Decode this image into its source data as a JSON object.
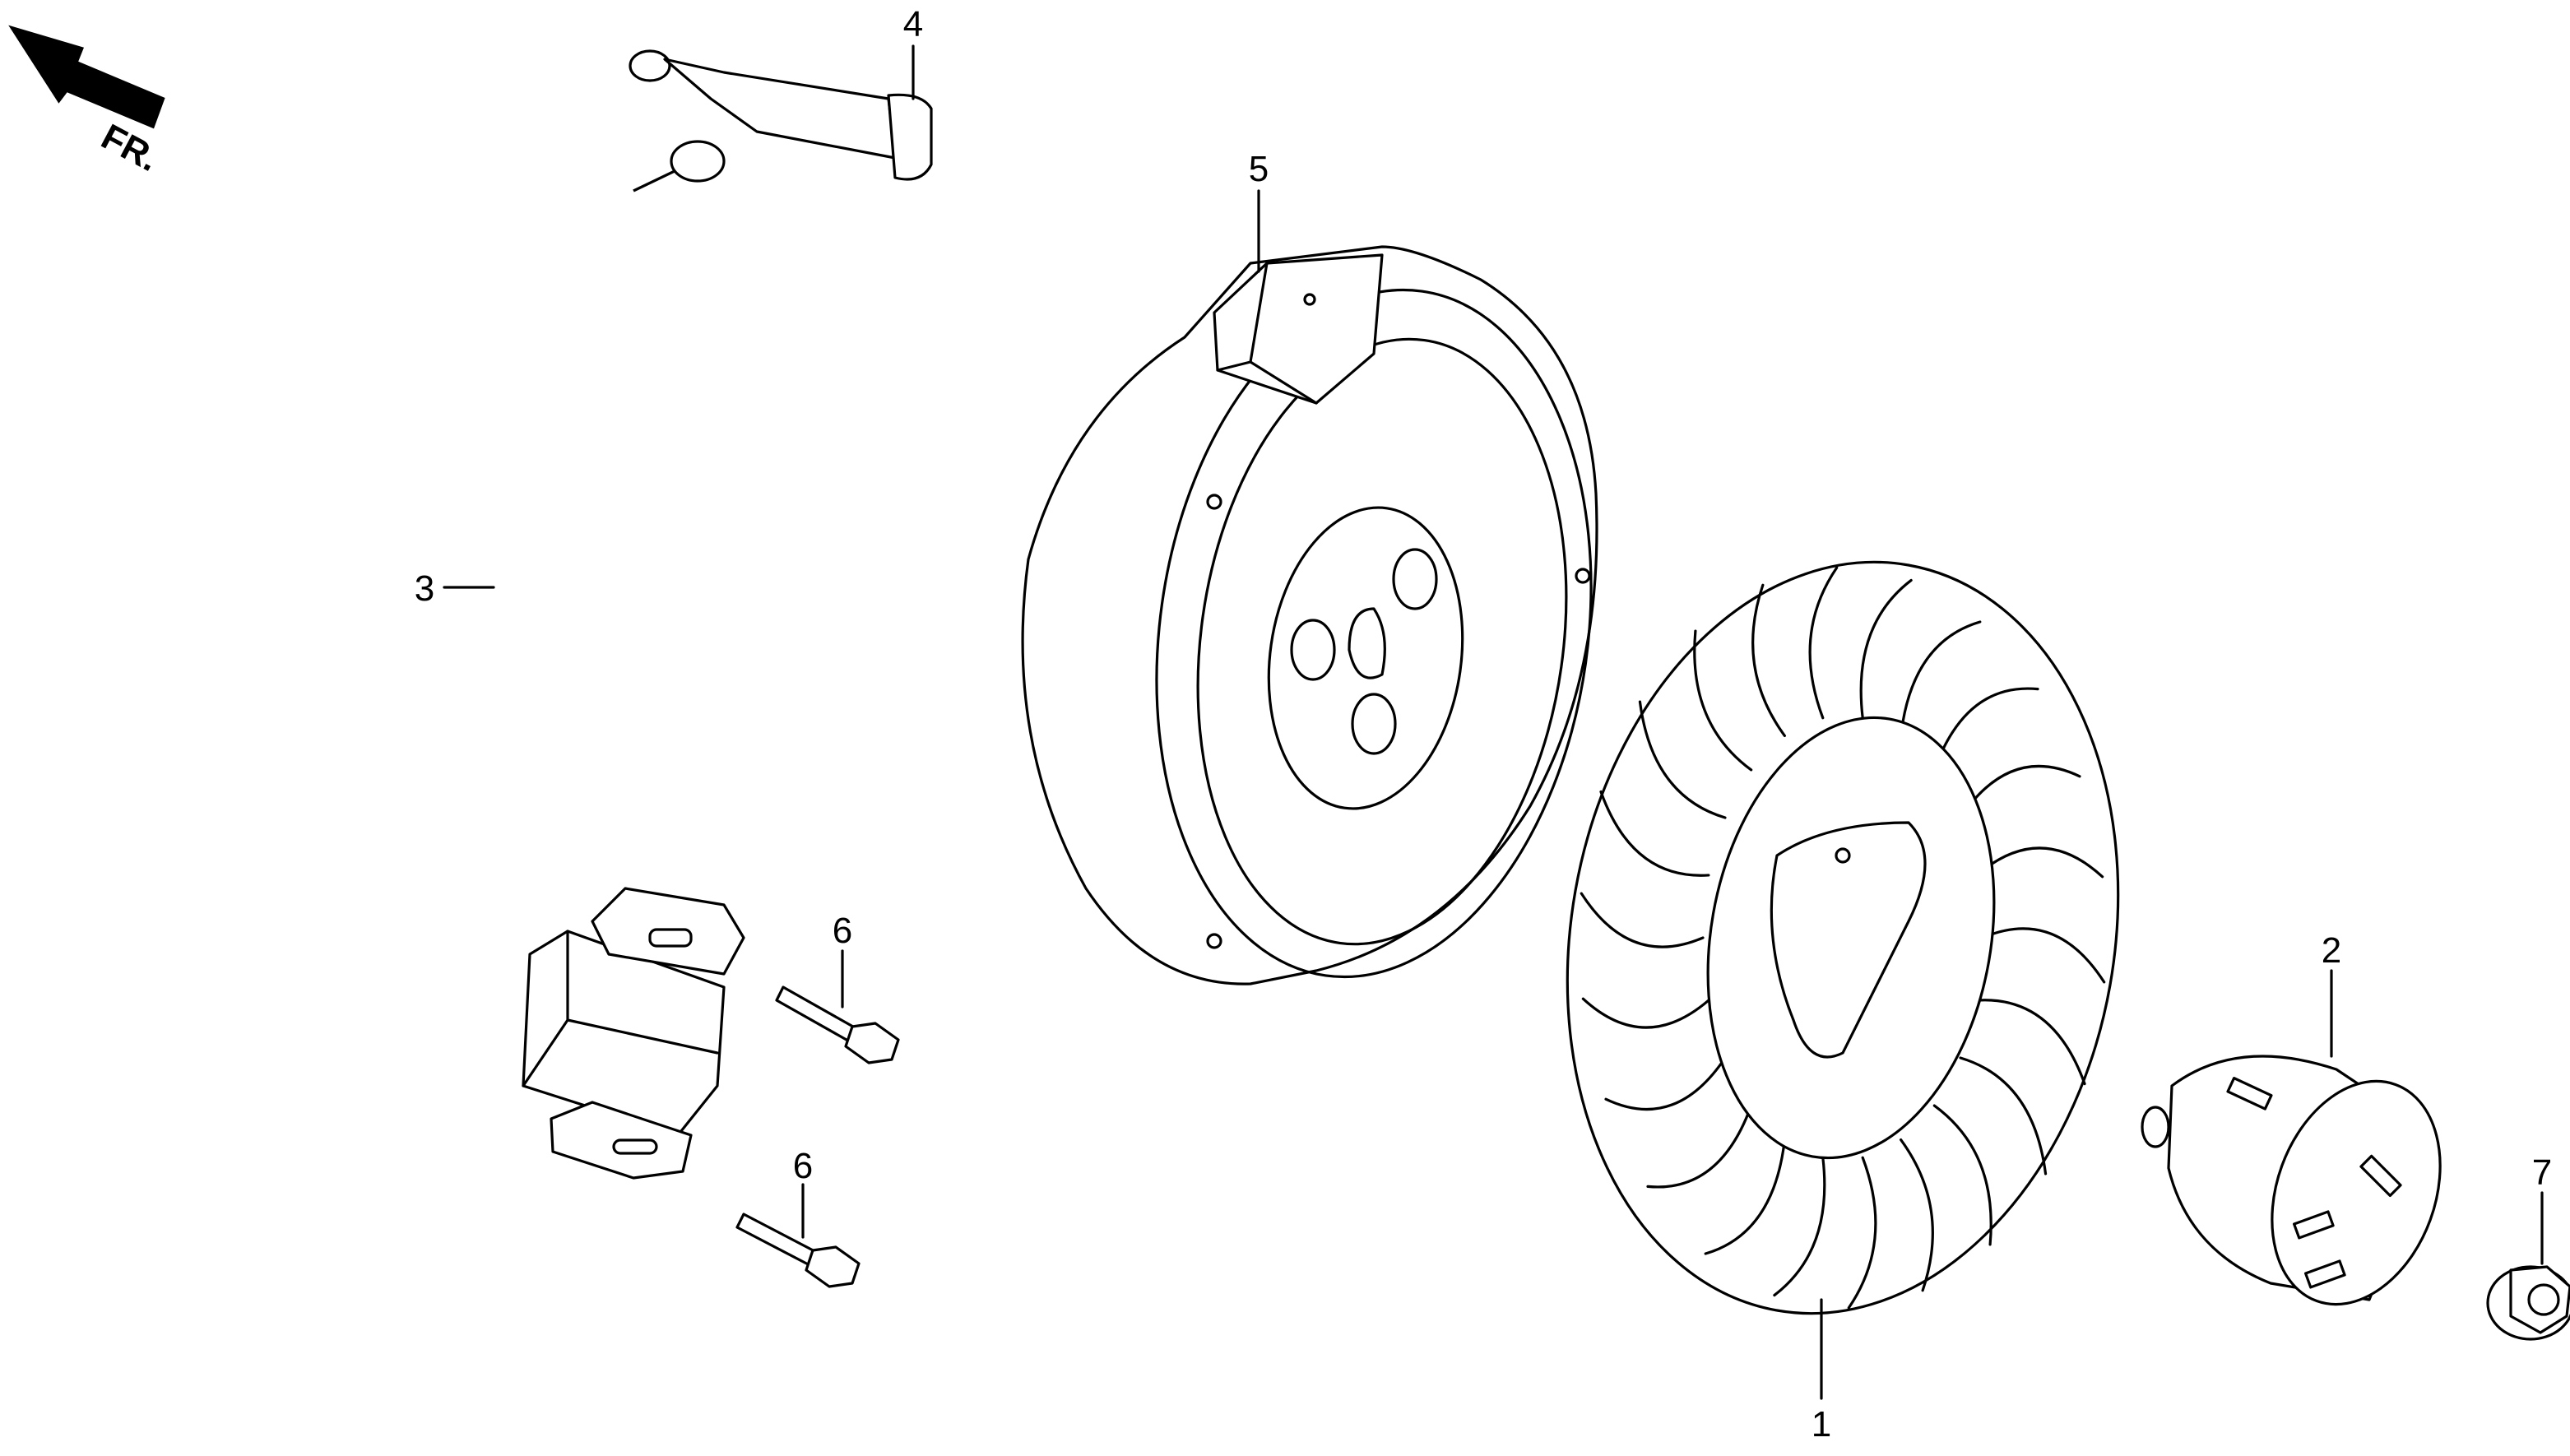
{
  "direction_indicator": {
    "label": "FR."
  },
  "callouts": {
    "fan": "1",
    "starter_cup": "2",
    "ignition_coil": "3",
    "plug_cap": "4",
    "flywheel": "5",
    "bolt_upper": "6",
    "bolt_lower": "6",
    "nut": "7"
  }
}
